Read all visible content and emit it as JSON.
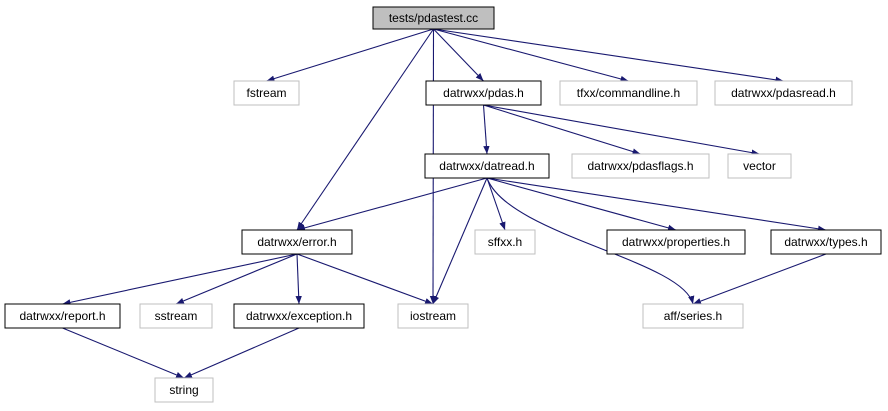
{
  "colors": {
    "edge": "#191970",
    "node_border_documented": "#000000",
    "node_border_external": "#bfbfbf",
    "root_fill": "#bfbfbf",
    "text": "#000000"
  },
  "diagram": {
    "nodes": [
      {
        "id": "root",
        "label": "tests/pdastest.cc",
        "kind": "root"
      },
      {
        "id": "fstream",
        "label": "fstream",
        "kind": "external"
      },
      {
        "id": "pdas",
        "label": "datrwxx/pdas.h",
        "kind": "documented"
      },
      {
        "id": "commandline",
        "label": "tfxx/commandline.h",
        "kind": "external"
      },
      {
        "id": "pdasread",
        "label": "datrwxx/pdasread.h",
        "kind": "external"
      },
      {
        "id": "datread",
        "label": "datrwxx/datread.h",
        "kind": "documented"
      },
      {
        "id": "pdasflags",
        "label": "datrwxx/pdasflags.h",
        "kind": "external"
      },
      {
        "id": "vector",
        "label": "vector",
        "kind": "external"
      },
      {
        "id": "error",
        "label": "datrwxx/error.h",
        "kind": "documented"
      },
      {
        "id": "sffxx",
        "label": "sffxx.h",
        "kind": "external"
      },
      {
        "id": "properties",
        "label": "datrwxx/properties.h",
        "kind": "documented"
      },
      {
        "id": "types",
        "label": "datrwxx/types.h",
        "kind": "documented"
      },
      {
        "id": "report",
        "label": "datrwxx/report.h",
        "kind": "documented"
      },
      {
        "id": "sstream",
        "label": "sstream",
        "kind": "external"
      },
      {
        "id": "exception",
        "label": "datrwxx/exception.h",
        "kind": "documented"
      },
      {
        "id": "iostream",
        "label": "iostream",
        "kind": "external"
      },
      {
        "id": "series",
        "label": "aff/series.h",
        "kind": "external"
      },
      {
        "id": "string",
        "label": "string",
        "kind": "external"
      }
    ],
    "edges": [
      [
        "root",
        "fstream"
      ],
      [
        "root",
        "pdas"
      ],
      [
        "root",
        "commandline"
      ],
      [
        "root",
        "pdasread"
      ],
      [
        "root",
        "error"
      ],
      [
        "root",
        "iostream"
      ],
      [
        "pdas",
        "datread"
      ],
      [
        "pdas",
        "pdasflags"
      ],
      [
        "pdas",
        "vector"
      ],
      [
        "datread",
        "error"
      ],
      [
        "datread",
        "sffxx"
      ],
      [
        "datread",
        "properties"
      ],
      [
        "datread",
        "types"
      ],
      [
        "datread",
        "iostream"
      ],
      [
        "datread",
        "series"
      ],
      [
        "error",
        "report"
      ],
      [
        "error",
        "sstream"
      ],
      [
        "error",
        "exception"
      ],
      [
        "error",
        "iostream"
      ],
      [
        "types",
        "series"
      ],
      [
        "report",
        "string"
      ],
      [
        "exception",
        "string"
      ]
    ]
  }
}
